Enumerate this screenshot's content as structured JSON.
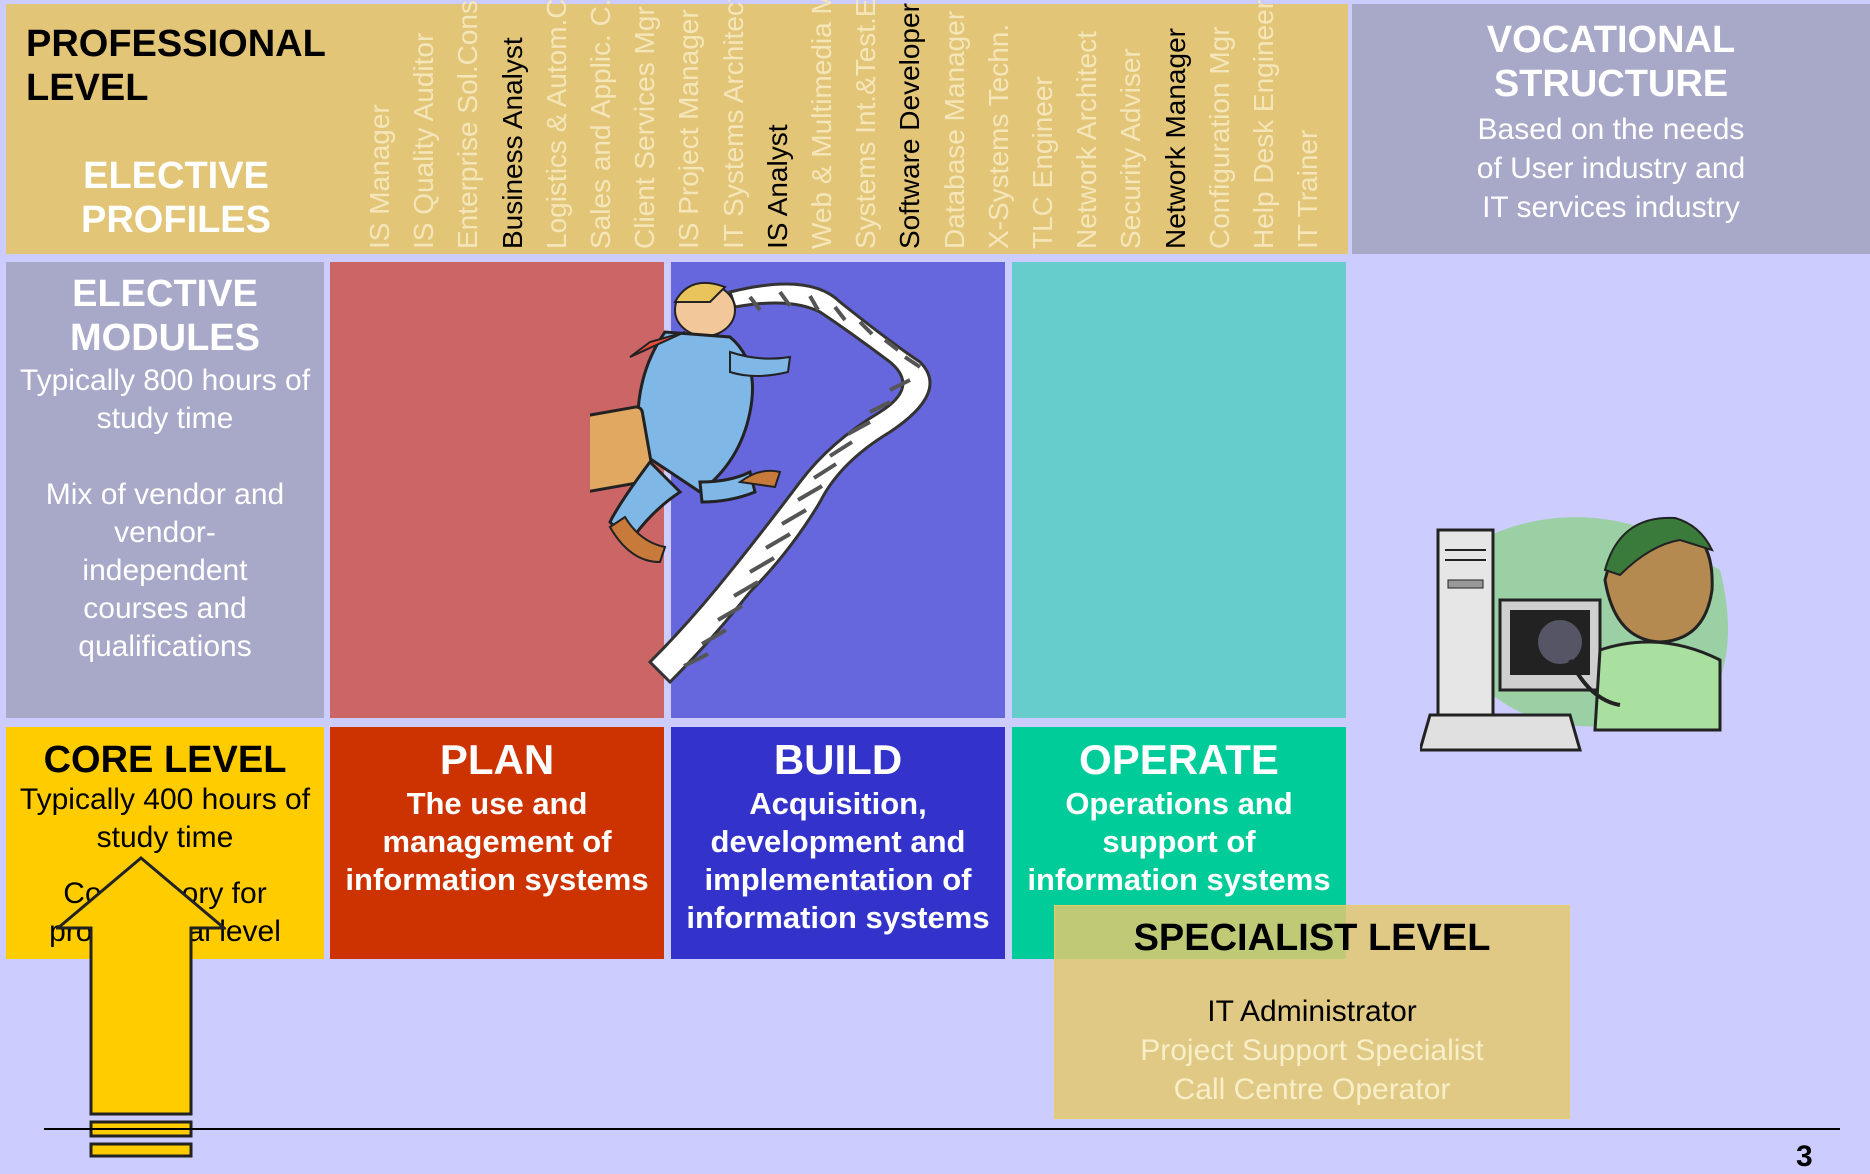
{
  "professional": {
    "title_line1": "PROFESSIONAL",
    "title_line2": "LEVEL",
    "elective_line1": "ELECTIVE",
    "elective_line2": "PROFILES"
  },
  "profiles": [
    {
      "label": "IS Manager",
      "highlight": false
    },
    {
      "label": "IS Quality Auditor",
      "highlight": false
    },
    {
      "label": "Enterprise Sol.Cons.",
      "highlight": false
    },
    {
      "label": "Business Analyst",
      "highlight": true
    },
    {
      "label": "Logistics & Autom.C.",
      "highlight": false
    },
    {
      "label": "Sales and Applic. C.",
      "highlight": false
    },
    {
      "label": "Client Services Mgr",
      "highlight": false
    },
    {
      "label": "IS Project Manager",
      "highlight": false
    },
    {
      "label": "IT Systems Architect",
      "highlight": false
    },
    {
      "label": "IS Analyst",
      "highlight": true
    },
    {
      "label": "Web & Multimedia M.",
      "highlight": false
    },
    {
      "label": "Systems Int.&Test.E.",
      "highlight": false
    },
    {
      "label": "Software Developer",
      "highlight": true
    },
    {
      "label": "Database Manager",
      "highlight": false
    },
    {
      "label": "X-Systems Techn.",
      "highlight": false
    },
    {
      "label": "TLC Engineer",
      "highlight": false
    },
    {
      "label": "Network Architect",
      "highlight": false
    },
    {
      "label": "Security Adviser",
      "highlight": false
    },
    {
      "label": "Network Manager",
      "highlight": true
    },
    {
      "label": "Configuration Mgr",
      "highlight": false
    },
    {
      "label": "Help Desk Engineer",
      "highlight": false
    },
    {
      "label": "IT Trainer",
      "highlight": false
    }
  ],
  "vocational": {
    "title_line1": "VOCATIONAL",
    "title_line2": "STRUCTURE",
    "text_line1": "Based on the needs",
    "text_line2": "of User industry and",
    "text_line3": "IT services industry"
  },
  "modules": {
    "title_line1": "ELECTIVE",
    "title_line2": "MODULES",
    "hours": "Typically 800 hours of study time",
    "mix": "Mix of vendor and vendor-independent courses and qualifications"
  },
  "core": {
    "title": "CORE LEVEL",
    "hours": "Typically 400 hours of study time",
    "note": "Compulsory for professional level"
  },
  "phases": {
    "plan": {
      "title": "PLAN",
      "text": "The use and management of information systems",
      "color": "#cc3300"
    },
    "build": {
      "title": "BUILD",
      "text": "Acquisition, development and implementation of information systems",
      "color": "#3333cc"
    },
    "operate": {
      "title": "OPERATE",
      "text": "Operations and support of information systems",
      "color": "#00cc99"
    }
  },
  "specialist": {
    "title": "SPECIALIST LEVEL",
    "items": [
      {
        "label": "IT Administrator",
        "highlight": true
      },
      {
        "label": "Project Support Specialist",
        "highlight": false
      },
      {
        "label": "Call Centre Operator",
        "highlight": false
      }
    ]
  },
  "page_number": "3",
  "icons": [
    "businessman-climbing-stairs-illustration",
    "computer-technician-illustration",
    "up-arrow-icon"
  ]
}
